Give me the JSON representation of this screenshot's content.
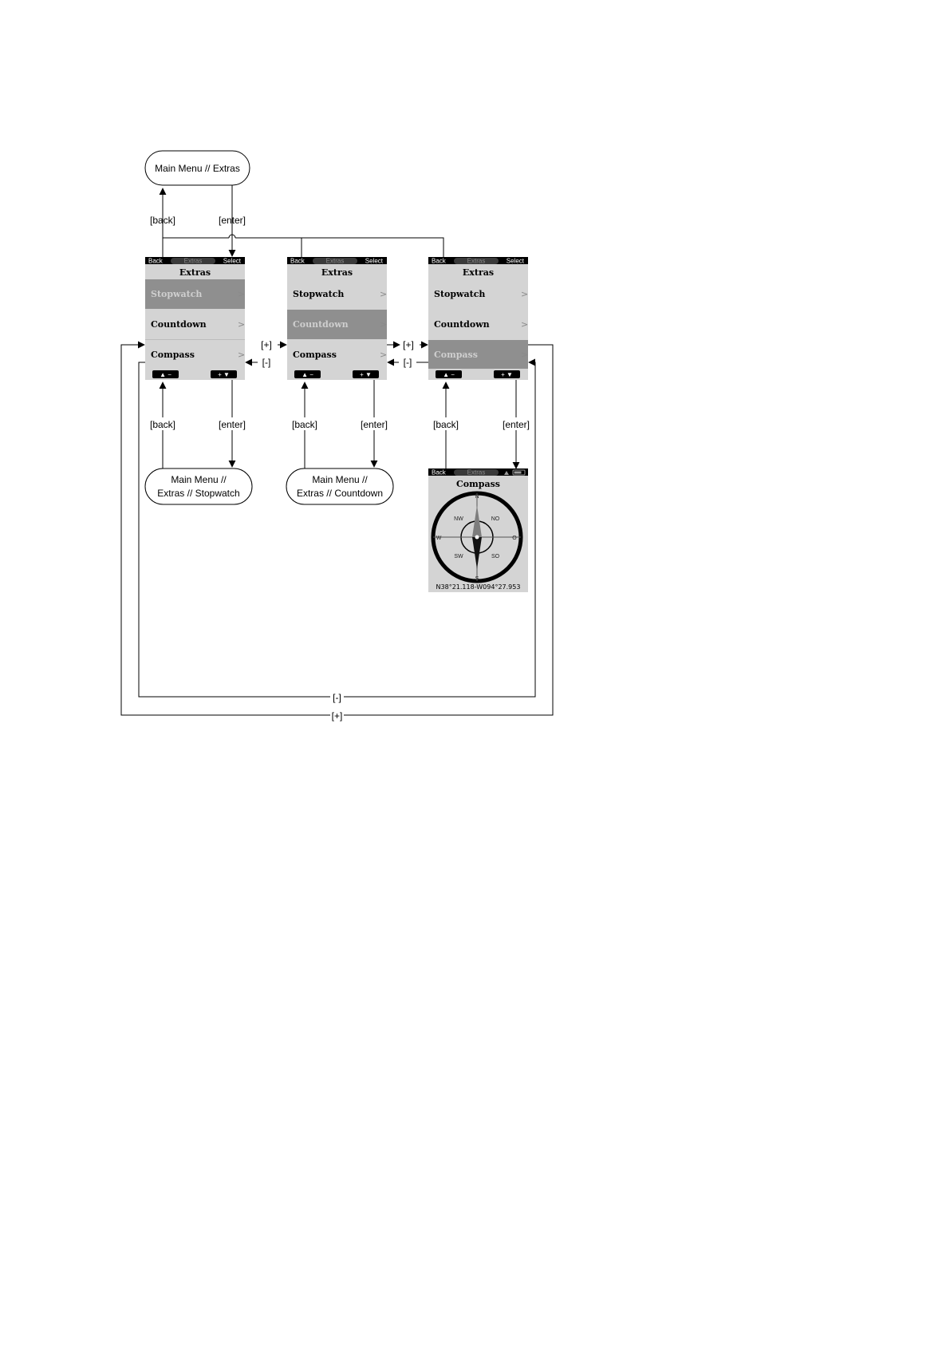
{
  "nodes": {
    "extras_menu": "Main Menu // Extras",
    "stopwatch": [
      "Main Menu //",
      "Extras // Stopwatch"
    ],
    "countdown": [
      "Main Menu //",
      "Extras // Countdown"
    ]
  },
  "edge_labels": {
    "back": "[back]",
    "enter": "[enter]",
    "plus": "[+]",
    "minus": "[-]"
  },
  "screens": [
    {
      "top_bar": {
        "left": "Back",
        "center": "Extras",
        "right": "Select"
      },
      "title": "Extras",
      "items": [
        {
          "label": "Stopwatch",
          "selected": true
        },
        {
          "label": "Countdown",
          "selected": false
        },
        {
          "label": "Compass",
          "selected": false
        }
      ],
      "bottom_bar": {
        "left": "▲ −",
        "right": "+ ▼"
      }
    },
    {
      "top_bar": {
        "left": "Back",
        "center": "Extras",
        "right": "Select"
      },
      "title": "Extras",
      "items": [
        {
          "label": "Stopwatch",
          "selected": false
        },
        {
          "label": "Countdown",
          "selected": true
        },
        {
          "label": "Compass",
          "selected": false
        }
      ],
      "bottom_bar": {
        "left": "▲ −",
        "right": "+ ▼"
      }
    },
    {
      "top_bar": {
        "left": "Back",
        "center": "Extras",
        "right": "Select"
      },
      "title": "Extras",
      "items": [
        {
          "label": "Stopwatch",
          "selected": false
        },
        {
          "label": "Countdown",
          "selected": false
        },
        {
          "label": "Compass",
          "selected": true
        }
      ],
      "bottom_bar": {
        "left": "▲ −",
        "right": "+ ▼"
      }
    }
  ],
  "chevron": ">",
  "compass_screen": {
    "top_bar": {
      "left": "Back",
      "center": "Extras"
    },
    "title": "Compass",
    "directions": {
      "n": "N",
      "s": "S",
      "w": "W",
      "o": "O",
      "nw": "NW",
      "no": "NO",
      "sw": "SW",
      "so": "SO"
    },
    "coordinates": "N38°21.118-W094°27.953"
  },
  "colors": {
    "screen_bg": "#d4d4d4",
    "selected_row": "#8f8f8f",
    "selected_text": "#c9c9c9",
    "bar": "#000000"
  }
}
